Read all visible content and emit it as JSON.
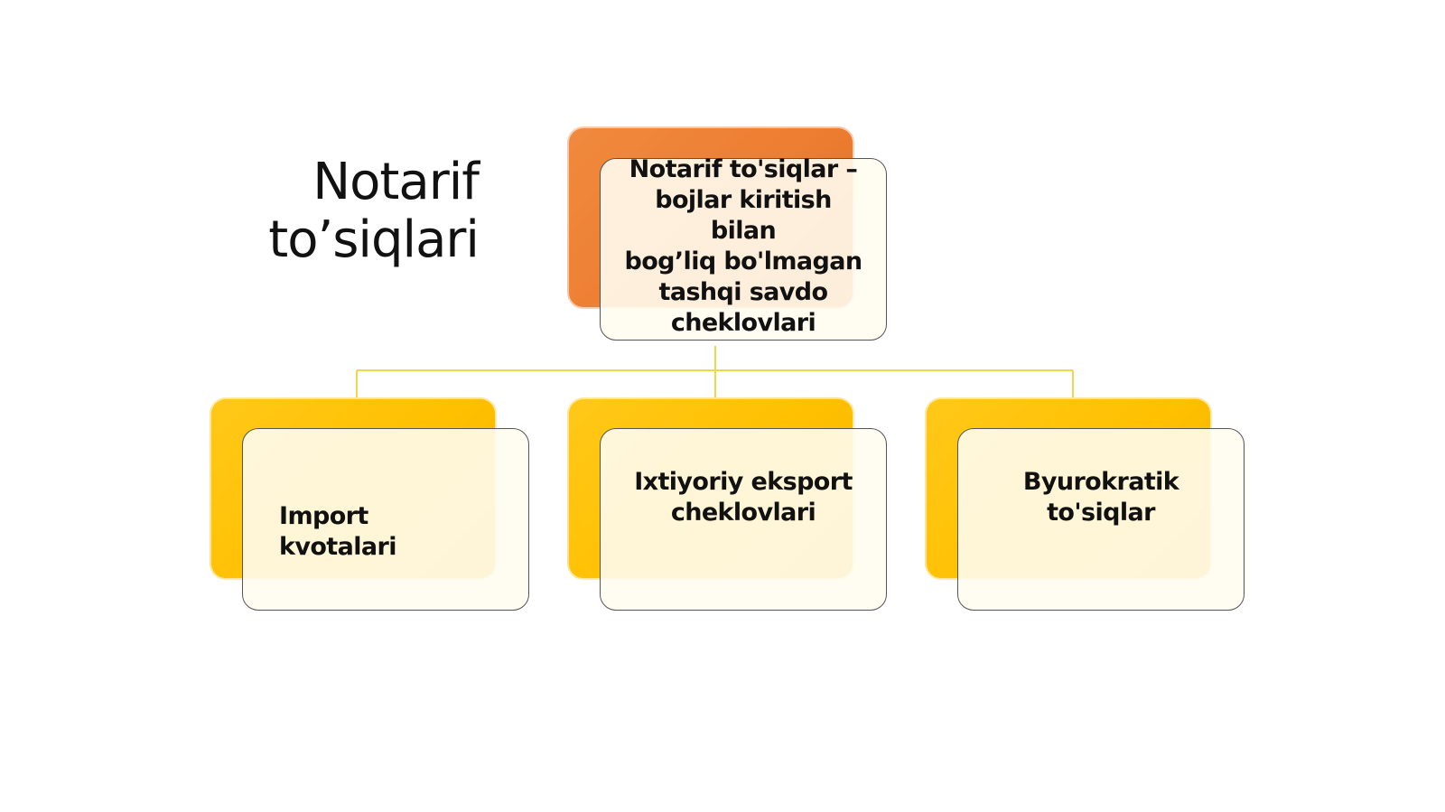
{
  "title": {
    "line1": "Notarif",
    "line2": "to’siqlari"
  },
  "colors": {
    "root_back": "#ED7D31",
    "child_back": "#FFC000",
    "connector": "#F2D64B",
    "card_border": "#555555"
  },
  "root": {
    "lines": [
      "Notarif to'siqlar –",
      "bojlar kiritish bilan",
      "bog’liq bo'lmagan",
      "tashqi savdo",
      "cheklovlari"
    ]
  },
  "children": [
    {
      "lines": [
        "Import",
        "kvotalari"
      ]
    },
    {
      "lines": [
        "Ixtiyoriy eksport",
        "cheklovlari"
      ]
    },
    {
      "lines": [
        "Byurokratik",
        "to'siqlar"
      ]
    }
  ]
}
